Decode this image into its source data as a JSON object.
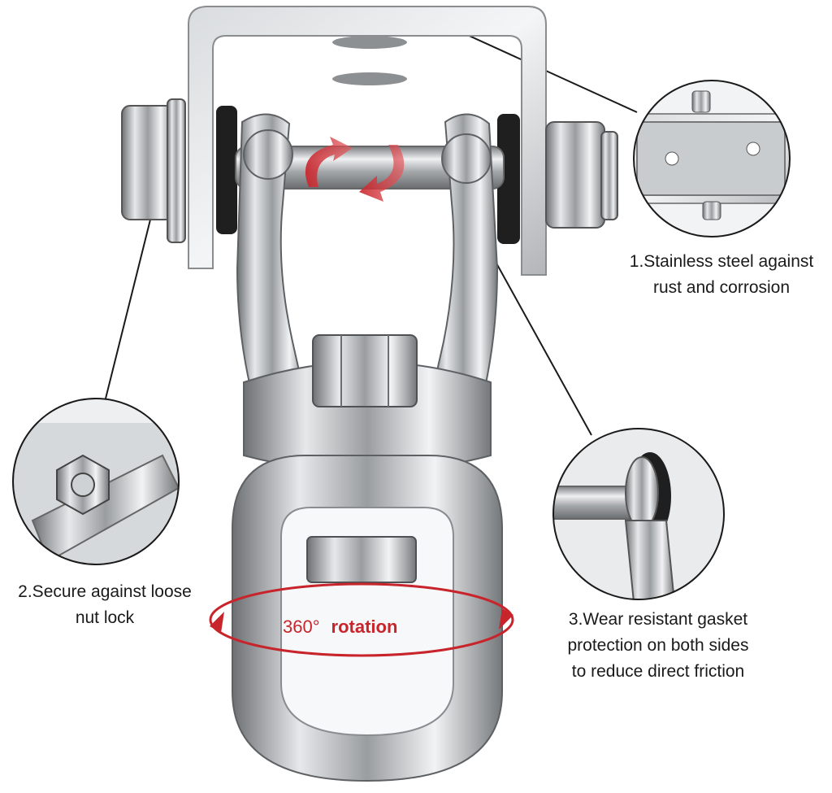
{
  "product": {
    "subject": "stainless steel swivel hanger"
  },
  "rotation_label": {
    "value": "360°",
    "word": "rotation"
  },
  "callouts": [
    {
      "line1": "1.Stainless steel against",
      "line2": "rust and corrosion"
    },
    {
      "line1": "2.Secure against loose",
      "line2": "nut lock"
    },
    {
      "line1": "3.Wear resistant gasket",
      "line2": "protection on both sides",
      "line3": "to reduce direct friction"
    }
  ],
  "colors": {
    "background": "#ffffff",
    "accent_red": "#c8242b",
    "steel": "#b9bcbf",
    "text": "#1a1a1a"
  }
}
